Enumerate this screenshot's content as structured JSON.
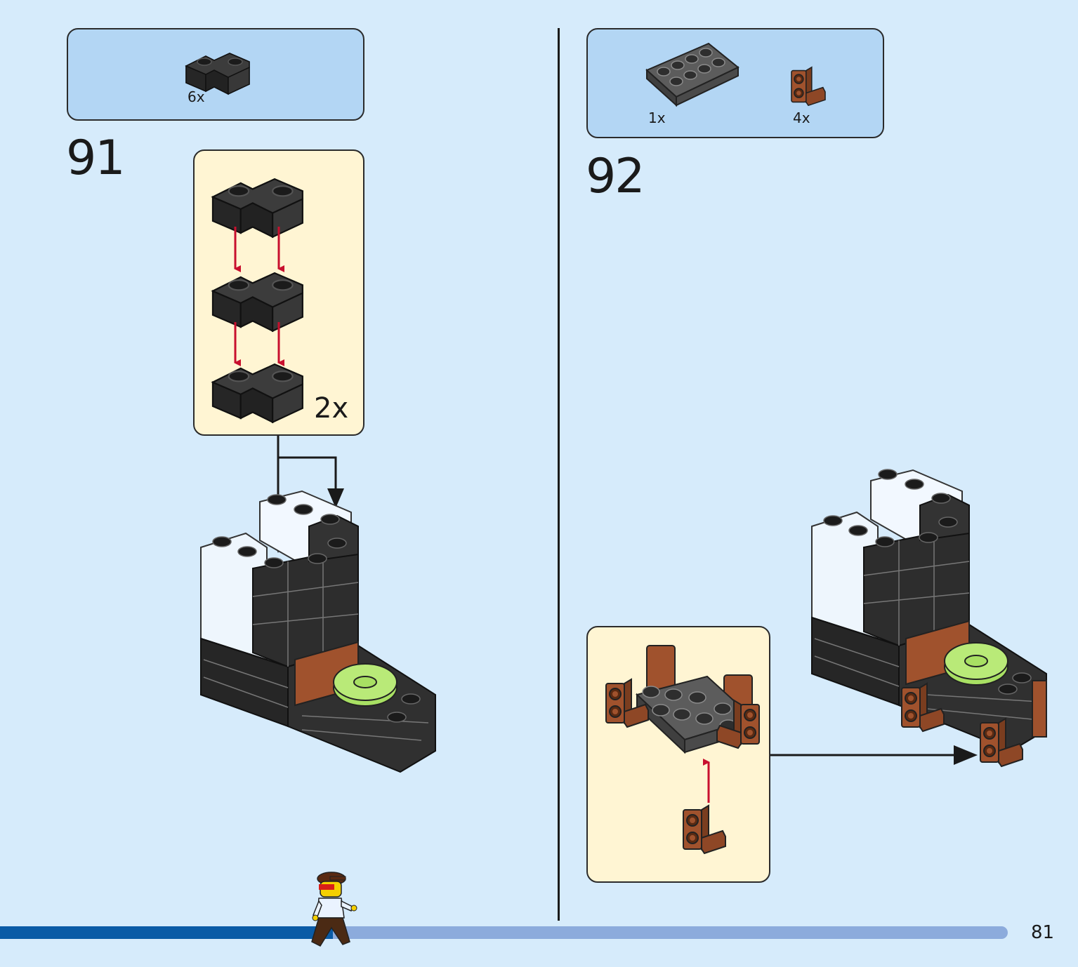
{
  "steps": [
    {
      "number": "91",
      "parts": [
        {
          "name": "black-corner-brick",
          "qty": "6x"
        }
      ],
      "subassembly_multiplier": "2x"
    },
    {
      "number": "92",
      "parts": [
        {
          "name": "dark-gray-plate",
          "qty": "1x"
        },
        {
          "name": "brown-bracket",
          "qty": "4x"
        }
      ]
    }
  ],
  "page": {
    "number": "81",
    "progress": 0.33
  },
  "colors": {
    "background": "#d6ebfb",
    "parts_box": "#b3d6f4",
    "subassembly_box": "#fff5d3",
    "arrow_red": "#c8102e",
    "brick_black": "#2f2f2f",
    "bracket_brown": "#a0522d",
    "lime": "#a8e063",
    "progress_fill": "#0a5ba6",
    "progress_track": "#8cabdc"
  }
}
